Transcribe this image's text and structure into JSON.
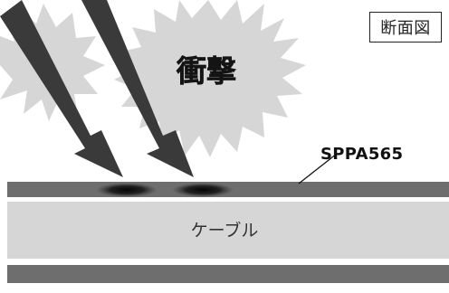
{
  "labels": {
    "section": "断面図",
    "impact": "衝撃",
    "product": "SPPA565",
    "cable": "ケーブル"
  },
  "colors": {
    "burst": "#d6d6d6",
    "arrow": "#3a3a3a",
    "film": "#6e6e6e",
    "cable": "#d6d6d6",
    "bottom_layer": "#6e6e6e",
    "impact_mark": "#111111"
  }
}
